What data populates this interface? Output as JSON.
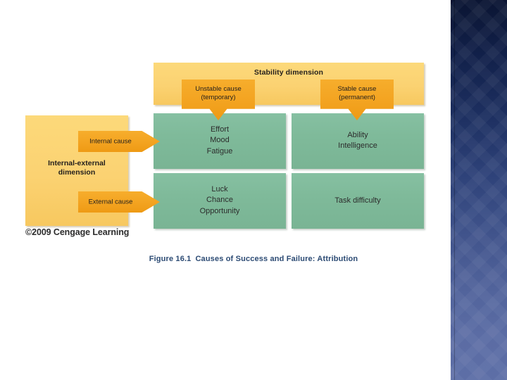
{
  "slide": {
    "background_color": "#ffffff",
    "caption": {
      "number": "Figure 16.1",
      "title": "Causes of Success and Failure: Attribution"
    },
    "copyright": "©2009 Cengage Learning"
  },
  "figure": {
    "column_dimension": {
      "title": "Stability dimension",
      "headers": [
        {
          "line1": "Unstable cause",
          "line2": "(temporary)"
        },
        {
          "line1": "Stable cause",
          "line2": "(permanent)"
        }
      ]
    },
    "row_dimension": {
      "title_line1": "Internal-external",
      "title_line2": "dimension",
      "headers": [
        {
          "label": "Internal cause"
        },
        {
          "label": "External cause"
        }
      ]
    },
    "matrix": {
      "rows": [
        {
          "row_label": "Internal cause",
          "cells": [
            {
              "items_text": "Effort\nMood\nFatigue"
            },
            {
              "items_text": "Ability\nIntelligence"
            }
          ]
        },
        {
          "row_label": "External cause",
          "cells": [
            {
              "items_text": "Luck\nChance\nOpportunity"
            },
            {
              "items_text": "Task difficulty"
            }
          ]
        }
      ]
    }
  },
  "decoration": {
    "right_band": {
      "gradient_top_color": "#0b1533",
      "gradient_bottom_color": "#5d6ea6"
    }
  },
  "colors": {
    "yellow_panel": "#fbd272",
    "orange_arrow": "#f3a320",
    "green_cell": "#7fba9a",
    "caption_text": "#2b4a73"
  }
}
